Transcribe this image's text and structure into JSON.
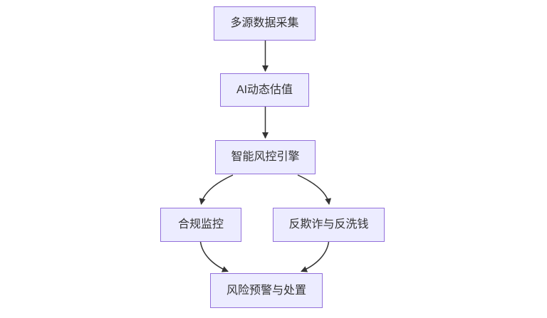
{
  "diagram": {
    "type": "flowchart",
    "direction": "top-down",
    "colors": {
      "background": "#FFFFFF",
      "node_fill": "#ECECFF",
      "node_border": "#9370DB",
      "edge_stroke": "#333333",
      "text": "#333333"
    },
    "nodes": [
      {
        "id": "collect",
        "label": "多源数据采集"
      },
      {
        "id": "valuation",
        "label": "AI动态估值"
      },
      {
        "id": "engine",
        "label": "智能风控引擎"
      },
      {
        "id": "compliance",
        "label": "合规监控"
      },
      {
        "id": "antifraud",
        "label": "反欺诈与反洗钱"
      },
      {
        "id": "alert",
        "label": "风险预警与处置"
      }
    ],
    "edges": [
      {
        "from": "collect",
        "to": "valuation"
      },
      {
        "from": "valuation",
        "to": "engine"
      },
      {
        "from": "engine",
        "to": "compliance"
      },
      {
        "from": "engine",
        "to": "antifraud"
      },
      {
        "from": "compliance",
        "to": "alert"
      },
      {
        "from": "antifraud",
        "to": "alert"
      }
    ]
  }
}
